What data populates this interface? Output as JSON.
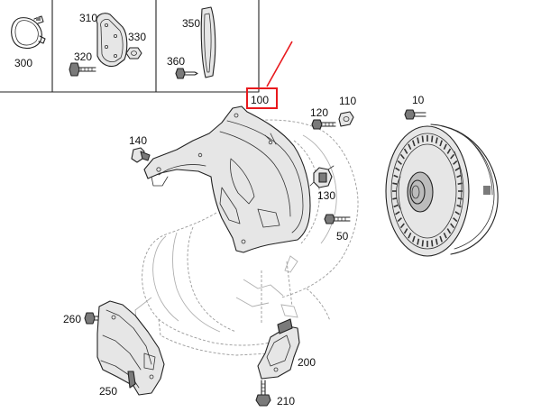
{
  "colors": {
    "callout_highlight": "#e8191d",
    "line": "#222222",
    "ghost_line": "#9a9a9a",
    "background": "#ffffff"
  },
  "labels": {
    "p300": "300",
    "p310": "310",
    "p320": "320",
    "p330": "330",
    "p350": "350",
    "p360": "360",
    "p100": "100",
    "p110": "110",
    "p120": "120",
    "p10": "10",
    "p140": "140",
    "p130": "130",
    "p50": "50",
    "p260": "260",
    "p250": "250",
    "p200": "200",
    "p210": "210"
  },
  "highlighted_part": "100"
}
